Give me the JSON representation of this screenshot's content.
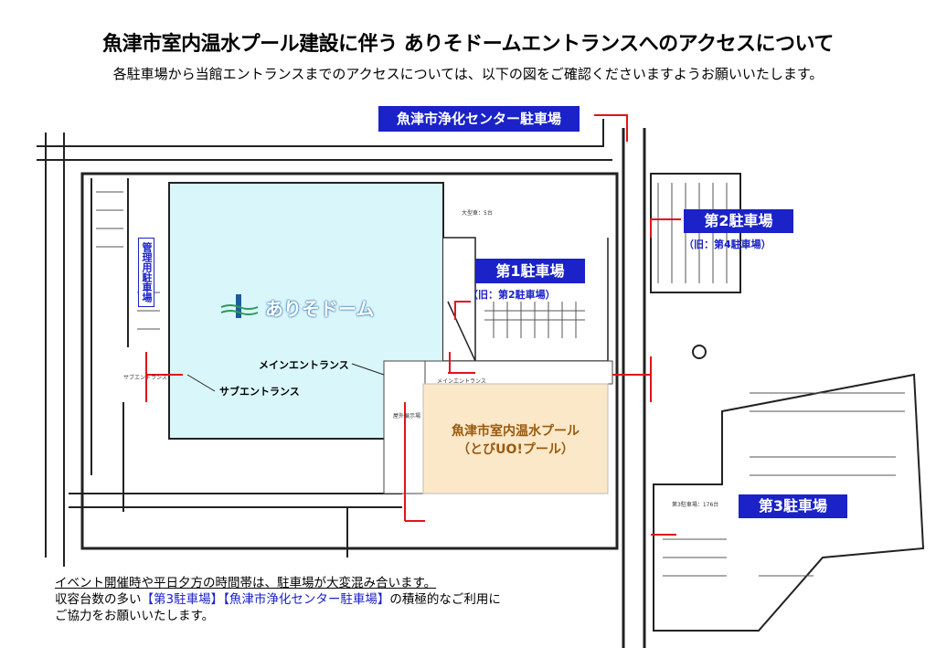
{
  "header": {
    "title": "魚津市室内温水プール建設に伴う ありそドームエントランスへのアクセスについて",
    "subtitle": "各駐車場から当館エントランスまでのアクセスについては、以下の図をご確認くださいますようお願いいたします。"
  },
  "map": {
    "parking_sewage": "魚津市浄化センター駐車場",
    "parking_2": "第2駐車場",
    "parking_2_old": "（旧：第4駐車場）",
    "parking_1": "第1駐車場",
    "parking_1_old": "（旧：第2駐車場）",
    "parking_3": "第3駐車場",
    "parking_3_count": "第3駐車場：176台",
    "large_vehicle": "大型車：5台",
    "admin_parking": "管理用駐車場",
    "dome_name": "ありそドーム",
    "main_entrance": "メインエントランス",
    "sub_entrance": "サブエントランス",
    "small_main_entrance": "メインエントランス",
    "small_sub_entrance": "サブエントランス",
    "outdoor_area": "屋外展示場",
    "pool_name": "魚津市室内温水プール",
    "pool_nickname": "（とびUO!プール）",
    "colors": {
      "label_blue": "#1a22c8",
      "arrow_red": "#e0141a",
      "dome_fill": "#d9f6fb",
      "pool_fill": "#fbe8c8",
      "pool_text": "#9a5a10"
    }
  },
  "notes": {
    "line1": "イベント開催時や平日夕方の時間帯は、駐車場が大変混み合います。",
    "line2_a": "収容台数の多い",
    "line2_b": "【第3駐車場】【魚津市浄化センター駐車場】",
    "line2_c": "の積極的なご利用に",
    "line3": "ご協力をお願いいたします。"
  }
}
